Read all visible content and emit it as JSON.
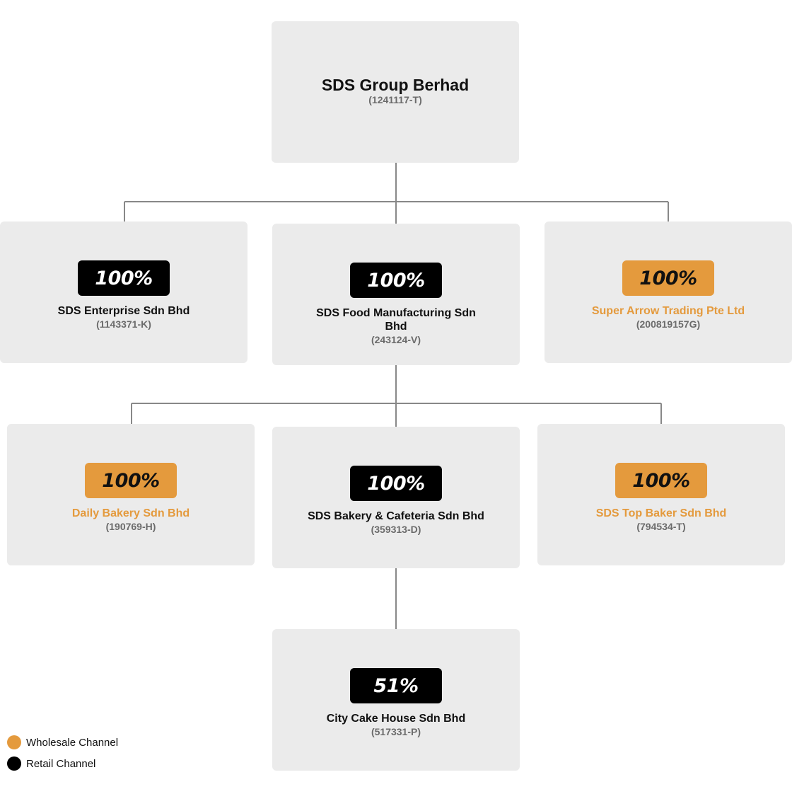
{
  "colors": {
    "wholesale": "#e49a3d",
    "retail": "#000000",
    "box_background": "#ebebeb",
    "connector": "#888888"
  },
  "root": {
    "name": "SDS Group Berhad",
    "reg": "(1241117-T)"
  },
  "subsidiaries": {
    "enterprise": {
      "pct": "100%",
      "name": "SDS Enterprise Sdn Bhd",
      "reg": "(1143371-K)",
      "channel": "retail"
    },
    "food_mfg": {
      "pct": "100%",
      "name": "SDS Food Manufacturing Sdn Bhd",
      "reg": "(243124-V)",
      "channel": "retail"
    },
    "super_arrow": {
      "pct": "100%",
      "name": "Super Arrow Trading Pte Ltd",
      "reg": "(200819157G)",
      "channel": "wholesale"
    },
    "daily_bakery": {
      "pct": "100%",
      "name": "Daily Bakery Sdn Bhd",
      "reg": "(190769-H)",
      "channel": "wholesale"
    },
    "bakery_cafeteria": {
      "pct": "100%",
      "name": "SDS Bakery & Cafeteria Sdn Bhd",
      "reg": "(359313-D)",
      "channel": "retail"
    },
    "top_baker": {
      "pct": "100%",
      "name": "SDS Top Baker Sdn Bhd",
      "reg": "(794534-T)",
      "channel": "wholesale"
    },
    "city_cake": {
      "pct": "51%",
      "name": "City Cake House Sdn Bhd",
      "reg": "(517331-P)",
      "channel": "retail"
    }
  },
  "legend": {
    "wholesale": "Wholesale Channel",
    "retail": "Retail Channel"
  }
}
